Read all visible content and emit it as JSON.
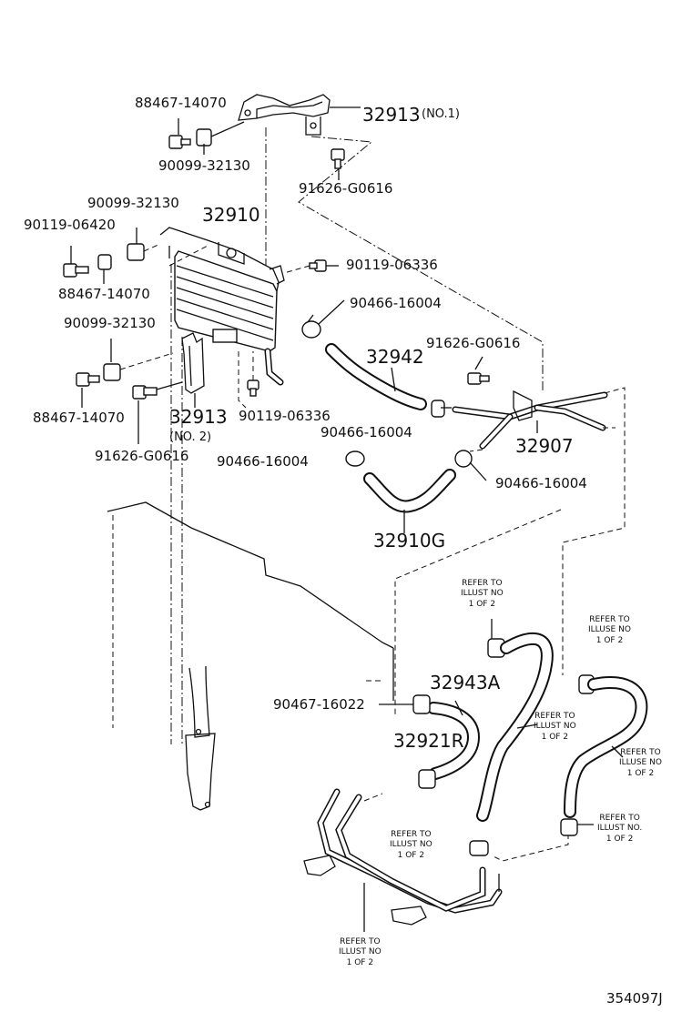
{
  "labels": {
    "p_88467_14070_a": "88467-14070",
    "p_32913_no1": "32913",
    "p_32913_no1_suffix": "(NO.1)",
    "p_90099_32130_a": "90099-32130",
    "p_91626_G0616_a": "91626-G0616",
    "p_90099_32130_b": "90099-32130",
    "p_90119_06420": "90119-06420",
    "p_32910": "32910",
    "p_90119_06336_a": "90119-06336",
    "p_88467_14070_b": "88467-14070",
    "p_90466_16004_a": "90466-16004",
    "p_90099_32130_c": "90099-32130",
    "p_32942": "32942",
    "p_91626_G0616_b": "91626-G0616",
    "p_88467_14070_c": "88467-14070",
    "p_32913_no2": "32913",
    "p_32913_no2_suffix": "(NO. 2)",
    "p_90119_06336_b": "90119-06336",
    "p_90466_16004_b": "90466-16004",
    "p_32907": "32907",
    "p_91626_G0616_c": "91626-G0616",
    "p_90466_16004_c": "90466-16004",
    "p_90466_16004_d": "90466-16004",
    "p_32910G": "32910G",
    "p_32943A": "32943A",
    "p_90467_16022": "90467-16022",
    "p_32921R": "32921R"
  },
  "notes": {
    "refer_1": "REFER TO\nILLUST NO\n1 OF 2",
    "refer_2": "REFER TO\nILLUSE NO\n1 OF 2",
    "refer_3": "REFER TO\nILLUST NO\n1 OF 2",
    "refer_4": "REFER TO\nILLUSE NO\n1 OF 2",
    "refer_5": "REFER TO\nILLUST NO.\n1 OF 2",
    "refer_6": "REFER TO\nILLUST NO\n1 OF 2",
    "refer_7": "REFER TO\nILLUST NO\n1 OF 2"
  },
  "diagram_id": "354097J"
}
